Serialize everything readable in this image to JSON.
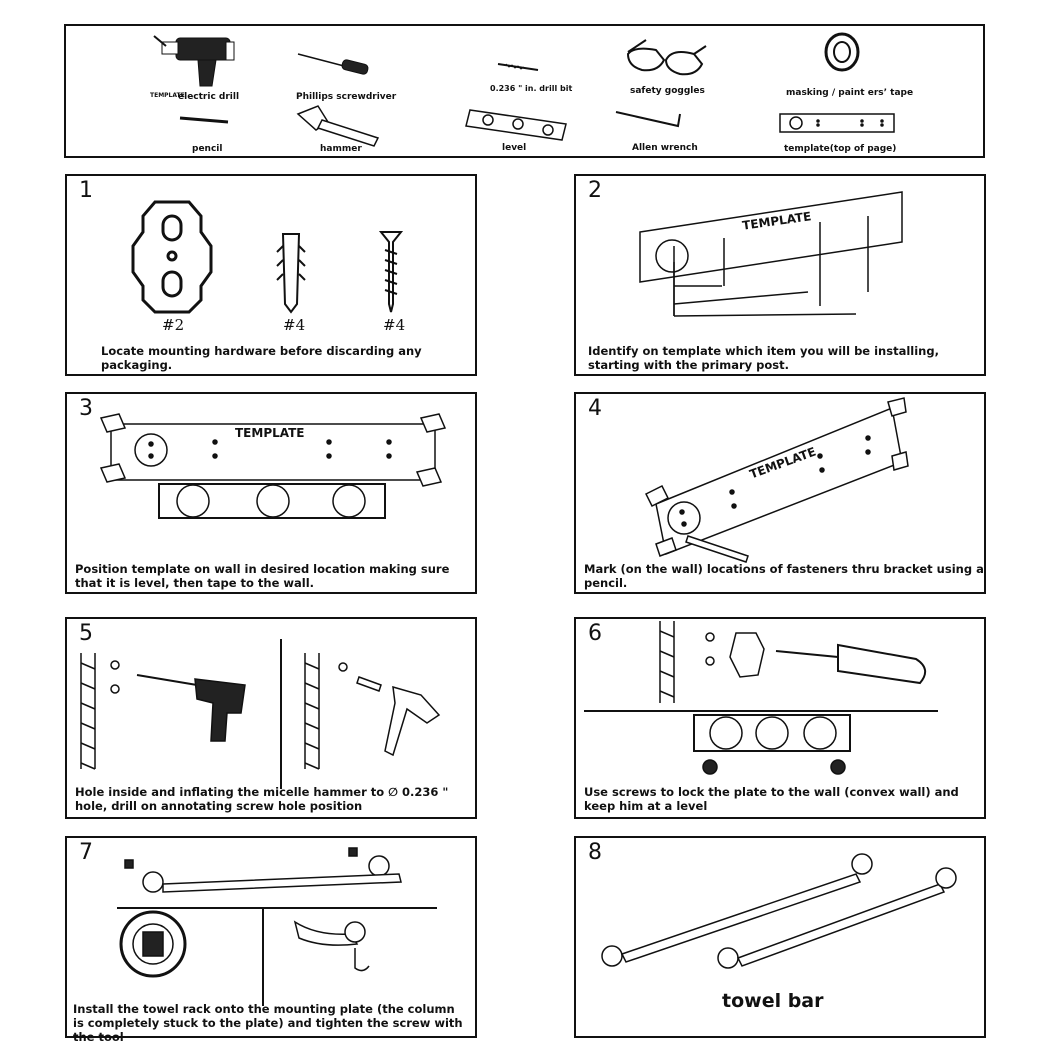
{
  "tools": {
    "electric_drill": "electric drill",
    "phillips": "Phillips screwdriver",
    "drill_bit": "0.236 \"  in. drill bit",
    "goggles": "safety goggles",
    "tape": "masking / paint ers’    tape",
    "pencil": "pencil",
    "hammer": "hammer",
    "level": "level",
    "allen": "Allen wrench",
    "template": "template(top of page)",
    "template_mini": "TEMPLATE"
  },
  "steps": [
    {
      "num": "1",
      "caption": "Locate mounting hardware before discarding any packaging.",
      "labels": [
        "#2",
        "#4",
        "#4"
      ]
    },
    {
      "num": "2",
      "caption": "Identify on template which item you will be installing, starting with the primary post.",
      "template": "TEMPLATE"
    },
    {
      "num": "3",
      "caption": "Position template on wall in desired location making sure that it is level, then tape to the wall.",
      "template": "TEMPLATE"
    },
    {
      "num": "4",
      "caption": "Mark (on the wall) locations of fasteners thru bracket using a pencil.",
      "template": "TEMPLATE"
    },
    {
      "num": "5",
      "caption": "Hole inside and inflating the micelle hammer to ∅ 0.236 \"  hole, drill on annotating screw hole position"
    },
    {
      "num": "6",
      "caption": "Use screws to lock the plate to the wall (convex wall) and keep him at a level"
    },
    {
      "num": "7",
      "caption": "Install the towel rack onto the mounting plate (the column is completely stuck to the plate) and tighten the screw with the tool"
    },
    {
      "num": "8",
      "caption": "",
      "label": "towel bar"
    }
  ]
}
